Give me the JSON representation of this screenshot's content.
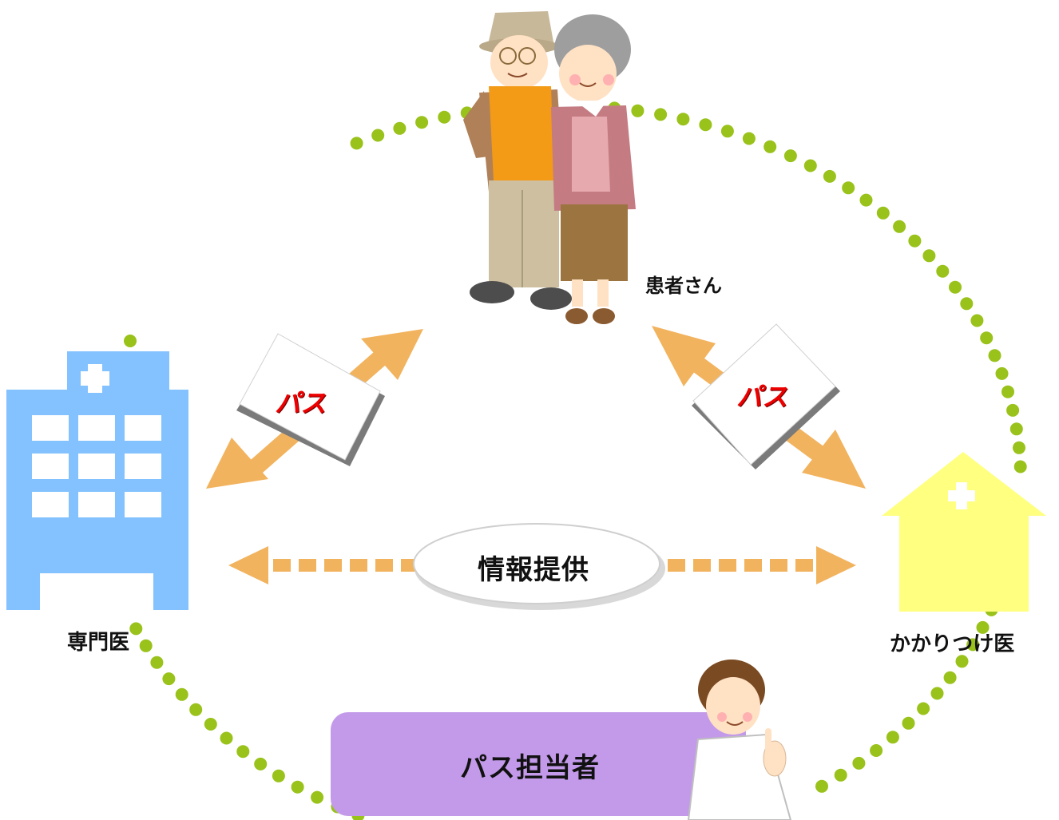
{
  "labels": {
    "patient": "患者さん",
    "specialist": "専門医",
    "family_doctor": "かかりつけ医",
    "info_provision": "情報提供",
    "path_coordinator": "パス担当者"
  },
  "pass_cards": {
    "left": "パス",
    "right": "パス"
  },
  "colors": {
    "dots": "#99c21a",
    "arrows": "#f2b35f",
    "hospital": "#84c2ff",
    "clinic": "#ffff80",
    "coordinator_box": "#c39ae9",
    "pass_text": "#ee0000"
  },
  "icons": {
    "hospital": "hospital-building-icon",
    "clinic": "clinic-house-icon",
    "patients": "elderly-couple-illustration",
    "coordinator": "nurse-illustration"
  }
}
